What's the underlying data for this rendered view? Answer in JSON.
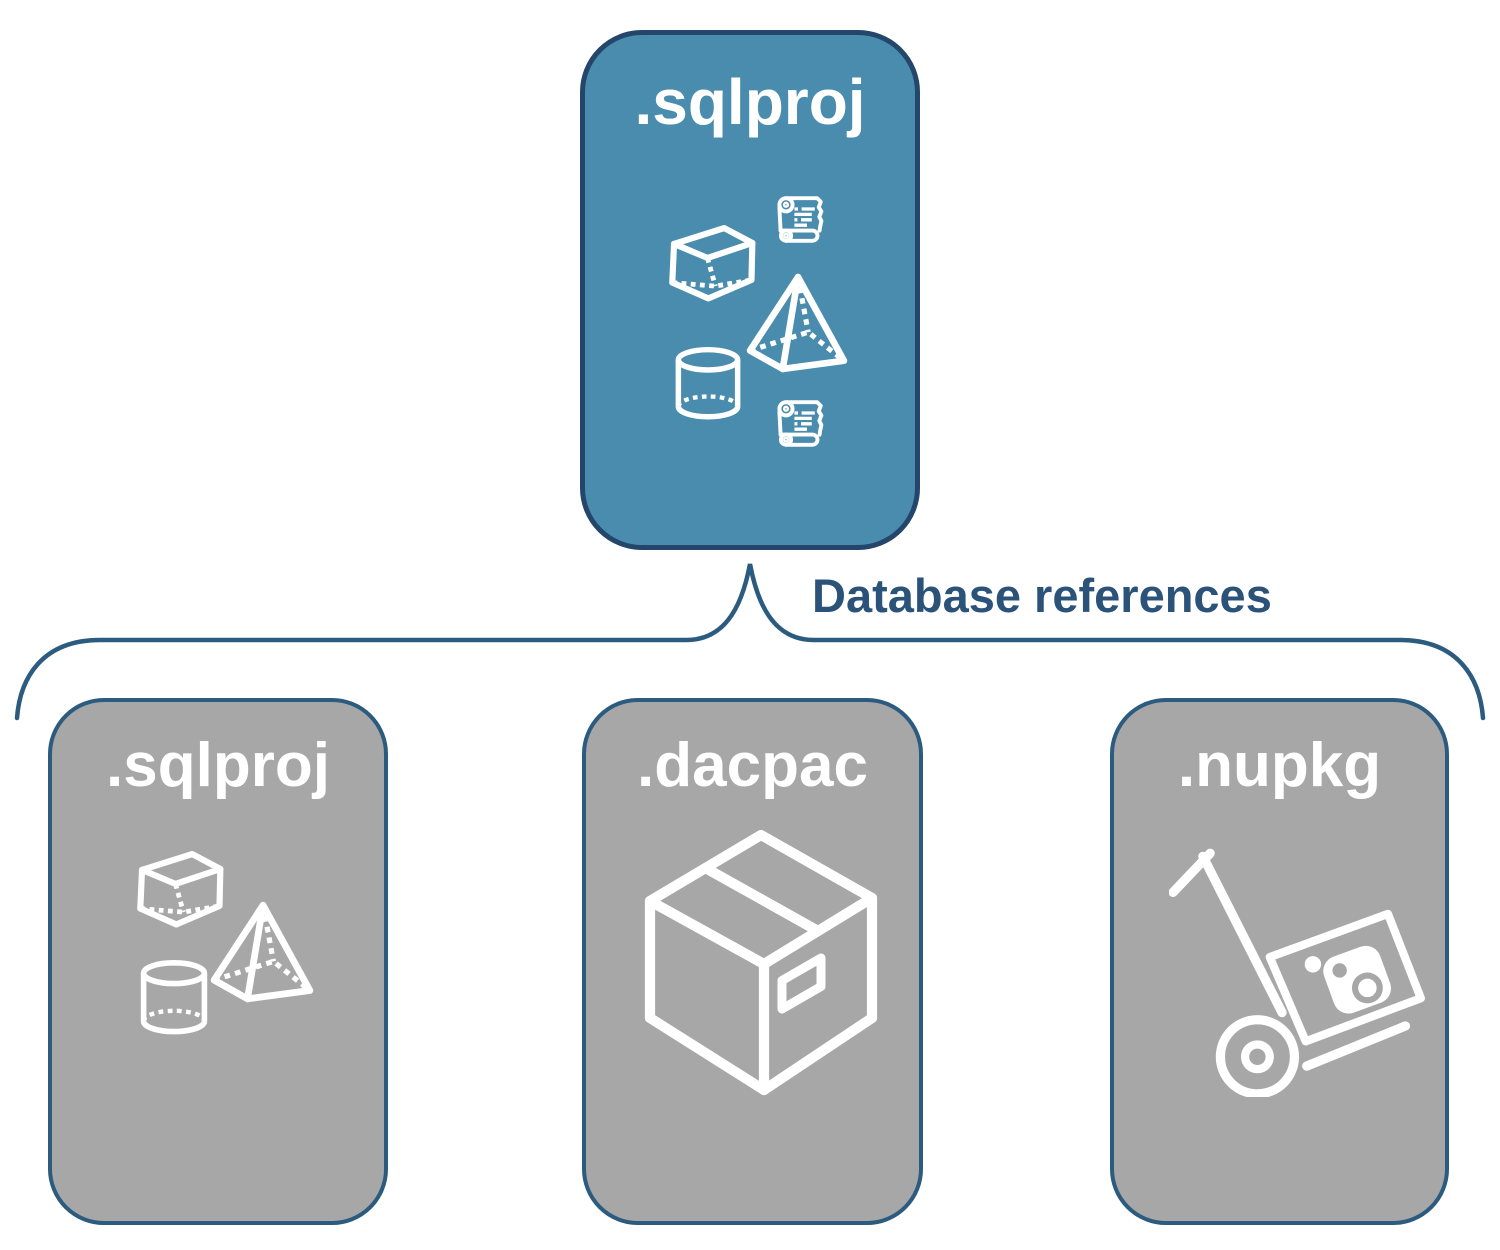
{
  "main_card": {
    "label": ".sqlproj",
    "icons": [
      "scroll-icon",
      "cube-icon",
      "pyramid-icon",
      "cylinder-icon",
      "scroll-icon"
    ]
  },
  "connector": {
    "label": "Database references"
  },
  "reference_cards": [
    {
      "label": ".sqlproj",
      "icons": [
        "cube-icon",
        "pyramid-icon",
        "cylinder-icon"
      ]
    },
    {
      "label": ".dacpac",
      "icons": [
        "package-box-icon"
      ]
    },
    {
      "label": ".nupkg",
      "icons": [
        "hand-truck-package-icon"
      ]
    }
  ],
  "colors": {
    "main_fill": "#4A8CAD",
    "main_border": "#24466A",
    "reference_fill": "#A7A7A7",
    "reference_border": "#2B5B7E",
    "connector_line": "#2B5B7E",
    "connector_text": "#2B5278",
    "icon_stroke": "#FFFFFF",
    "background": "#FFFFFF"
  }
}
